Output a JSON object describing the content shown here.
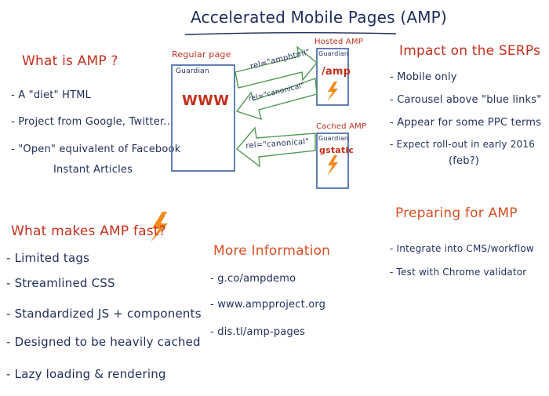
{
  "title": "Accelerated Mobile Pages (AMP)",
  "what_is_amp": {
    "heading": "What is AMP ?",
    "items": [
      "- A \"diet\" HTML",
      "- Project from Google, Twitter...",
      "- \"Open\" equivalent of Facebook",
      "Instant Articles"
    ]
  },
  "diagram": {
    "regular_label": "Regular page",
    "regular_site": "Guardian",
    "regular_text": "WWW",
    "hosted_label": "Hosted AMP",
    "hosted_site": "Guardian",
    "hosted_text": "/amp",
    "cached_label": "Cached AMP",
    "cached_site": "Guardian",
    "cached_text": "gstatic",
    "rel_amphtml": "rel=\"amphtml\"",
    "rel_canonical_1": "rel=\"canonical\"",
    "rel_canonical_2": "rel=\"canonical\"",
    "bolt_color": "#f08a1c"
  },
  "impact": {
    "heading": "Impact on the SERPs",
    "items": [
      "- Mobile only",
      "- Carousel above \"blue links\"",
      "- Appear for some PPC terms",
      "- Expect roll-out in early 2016",
      "(feb?)"
    ]
  },
  "what_makes": {
    "heading": "What makes AMP fast?",
    "items": [
      "- Limited tags",
      "- Streamlined CSS",
      "- Standardized JS + components",
      "- Designed to be heavily cached",
      "- Lazy loading & rendering"
    ]
  },
  "more_info": {
    "heading": "More Information",
    "items": [
      "- g.co/ampdemo",
      "- www.ampproject.org",
      "- dis.tl/amp-pages"
    ]
  },
  "preparing": {
    "heading": "Preparing for AMP",
    "items": [
      "- Integrate into CMS/workflow",
      "- Test with Chrome validator"
    ]
  },
  "colors": {
    "ink_dark": "#1f2d5a",
    "ink_red": "#c4301c",
    "ink_orange": "#d44f23",
    "ink_green": "#4f9a52",
    "ink_blue": "#3b5fa6"
  }
}
